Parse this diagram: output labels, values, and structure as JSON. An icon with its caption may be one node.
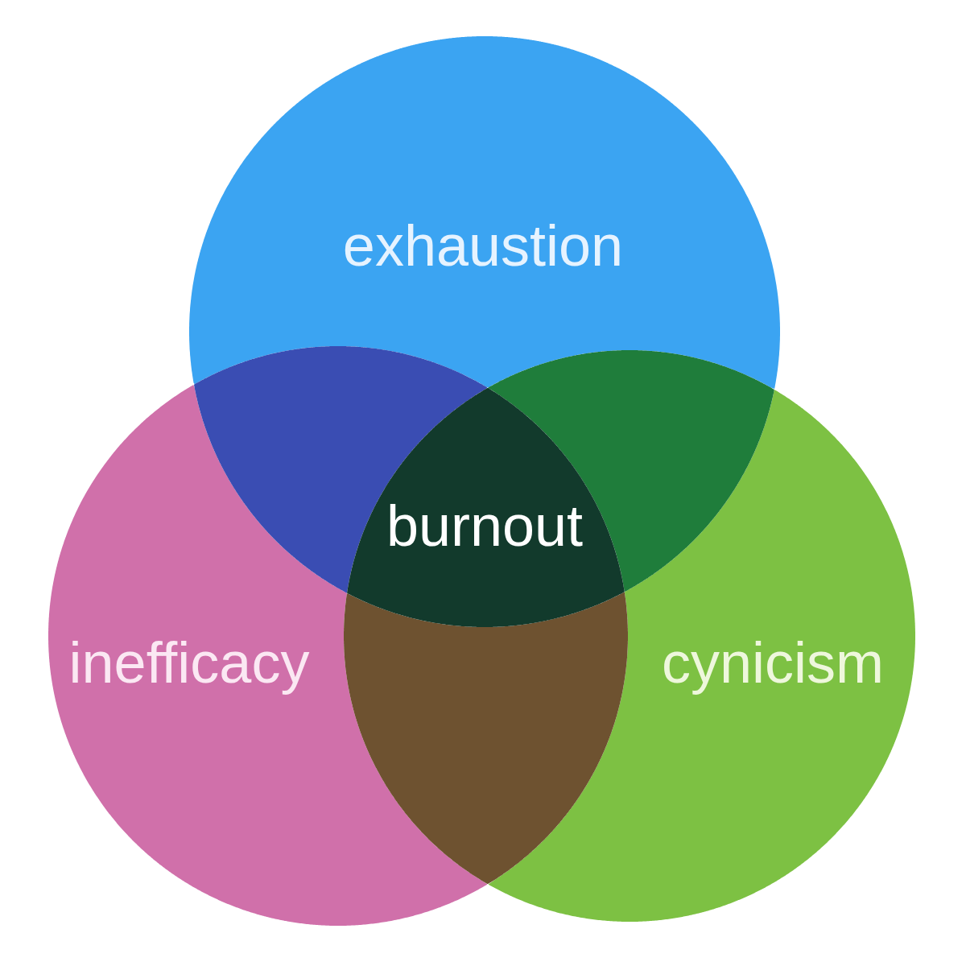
{
  "diagram": {
    "nodes": [
      {
        "text": [
          "exhaustion"
        ]
      },
      {
        "text": [
          "inefficacy"
        ]
      },
      {
        "text": [
          "cynicism"
        ]
      },
      {
        "text": [
          "burnout"
        ]
      },
      {
        "text": [],
        "shape": "lens"
      },
      {
        "text": [],
        "shape": "lens"
      },
      {
        "text": [],
        "shape": "lens"
      }
    ]
  }
}
